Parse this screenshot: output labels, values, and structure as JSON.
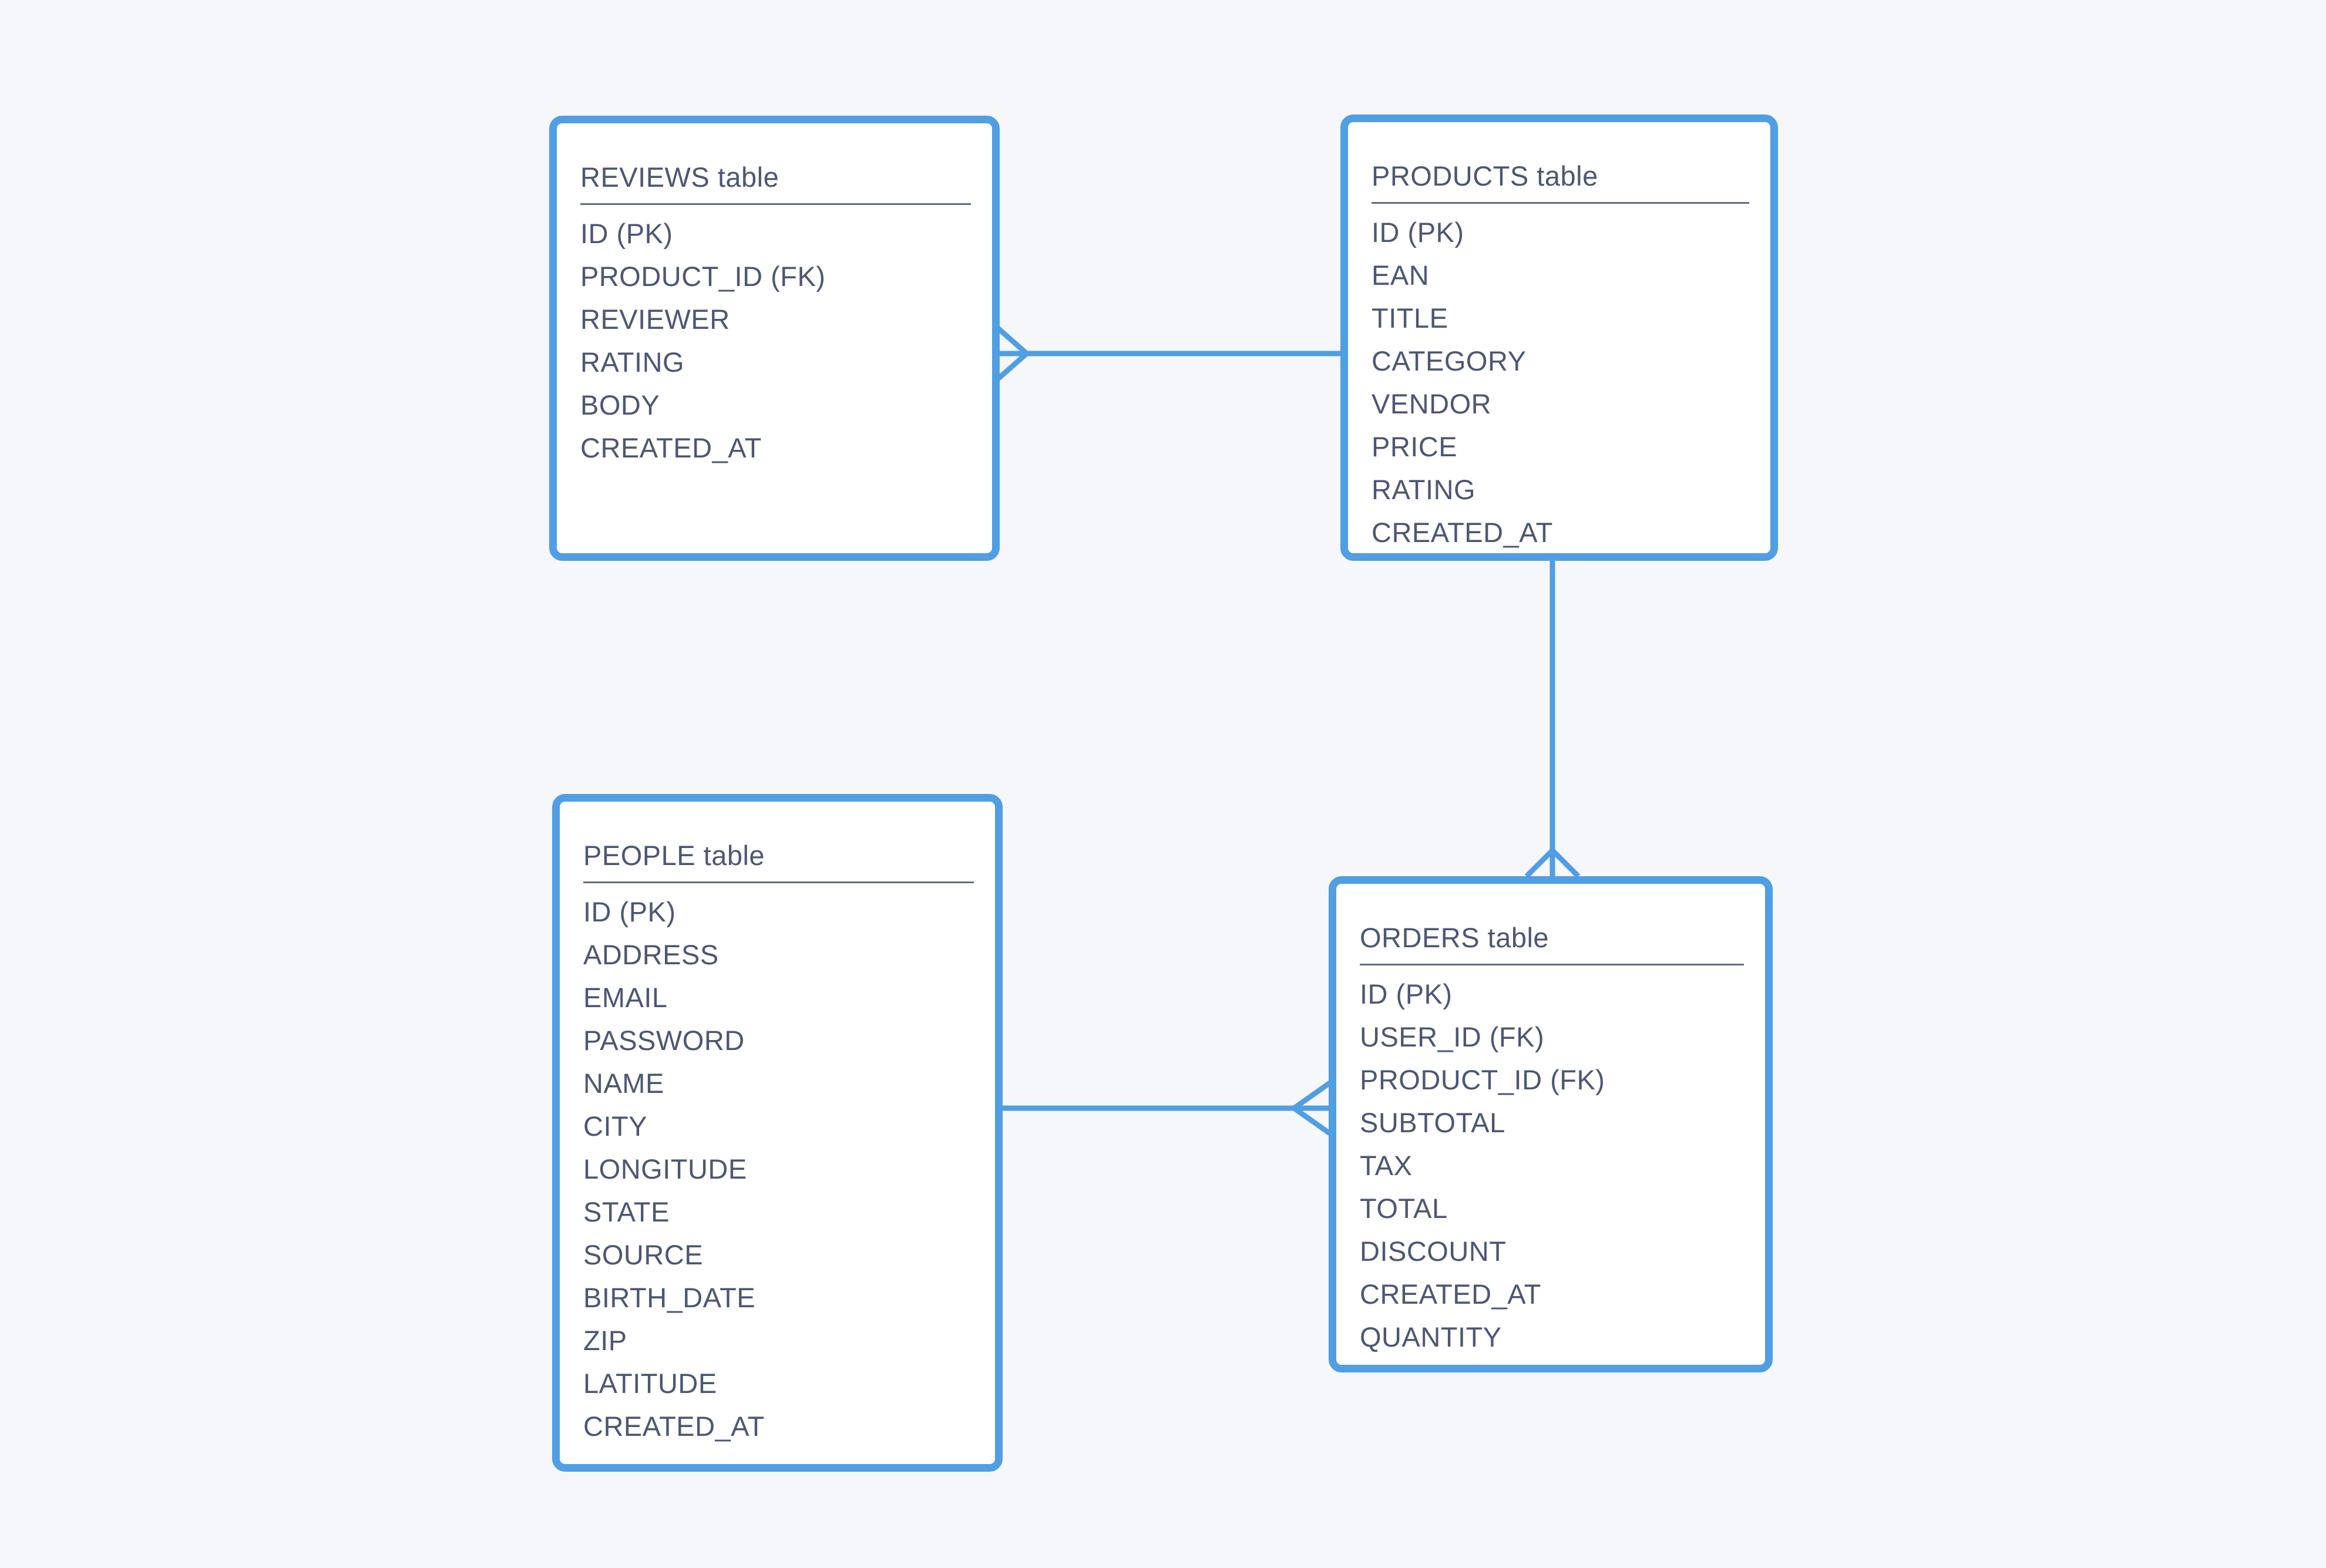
{
  "diagram": {
    "type": "entity-relationship",
    "background_color": "#f5f7fa",
    "accent_color": "#509ee3",
    "text_color": "#4c5773",
    "tables": [
      {
        "id": "reviews",
        "title": "REVIEWS table",
        "fields": [
          "ID (PK)",
          "PRODUCT_ID (FK)",
          "REVIEWER",
          "RATING",
          "BODY",
          "CREATED_AT"
        ]
      },
      {
        "id": "products",
        "title": "PRODUCTS table",
        "fields": [
          "ID (PK)",
          "EAN",
          "TITLE",
          "CATEGORY",
          "VENDOR",
          "PRICE",
          "RATING",
          "CREATED_AT"
        ]
      },
      {
        "id": "people",
        "title": "PEOPLE table",
        "fields": [
          "ID (PK)",
          "ADDRESS",
          "EMAIL",
          "PASSWORD",
          "NAME",
          "CITY",
          "LONGITUDE",
          "STATE",
          "SOURCE",
          "BIRTH_DATE",
          "ZIP",
          "LATITUDE",
          "CREATED_AT"
        ]
      },
      {
        "id": "orders",
        "title": "ORDERS table",
        "fields": [
          "ID (PK)",
          "USER_ID (FK)",
          "PRODUCT_ID (FK)",
          "SUBTOTAL",
          "TAX",
          "TOTAL",
          "DISCOUNT",
          "CREATED_AT",
          "QUANTITY"
        ]
      }
    ],
    "relationships": [
      {
        "one_side": "PRODUCTS",
        "many_side": "REVIEWS",
        "via": "REVIEWS.PRODUCT_ID (FK)",
        "notation": "crow-foot at REVIEWS"
      },
      {
        "one_side": "PRODUCTS",
        "many_side": "ORDERS",
        "via": "ORDERS.PRODUCT_ID (FK)",
        "notation": "crow-foot at ORDERS"
      },
      {
        "one_side": "PEOPLE",
        "many_side": "ORDERS",
        "via": "ORDERS.USER_ID (FK)",
        "notation": "crow-foot at ORDERS"
      }
    ]
  }
}
